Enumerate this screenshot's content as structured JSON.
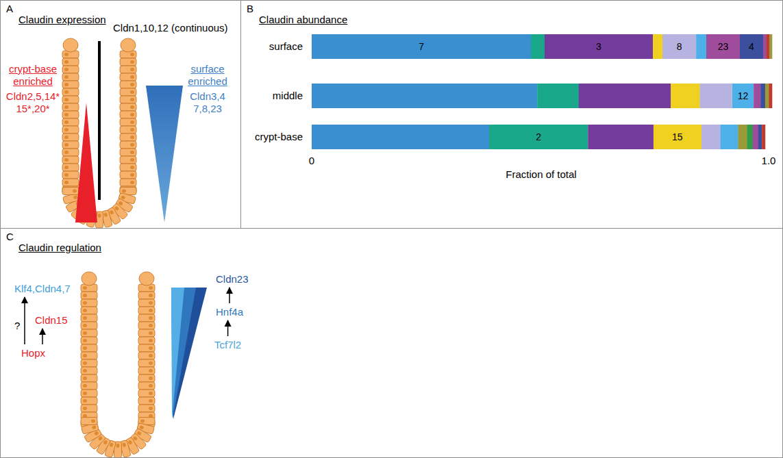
{
  "diagram": {
    "nodes": [
      {
        "text": [
          "A",
          "Claudin expression"
        ]
      },
      {
        "text": [
          "B",
          "Claudin abundance"
        ]
      },
      {
        "text": [
          "C",
          "Claudin regulation"
        ]
      },
      {
        "text": [
          "7"
        ],
        "in": 1
      },
      {
        "text": [
          "3"
        ],
        "in": 1
      },
      {
        "text": [
          "8"
        ],
        "in": 1
      },
      {
        "text": [
          "23"
        ],
        "in": 1
      },
      {
        "text": [
          "4"
        ],
        "in": 1
      },
      {
        "text": [
          "12"
        ],
        "in": 1
      },
      {
        "text": [
          "2"
        ],
        "in": 1
      },
      {
        "text": [
          "15"
        ],
        "in": 1
      },
      {
        "text": [
          "Klf4,Cldn4,7"
        ],
        "in": 2
      },
      {
        "text": [
          "Cldn23"
        ],
        "in": 2
      },
      {
        "text": [
          "Cldn15"
        ],
        "in": 2
      },
      {
        "text": [
          "Hnf4a"
        ],
        "in": 2
      },
      {
        "text": [
          "Tcf7l2"
        ],
        "in": 2
      },
      {
        "text": [
          "Hopx"
        ],
        "in": 2
      }
    ],
    "edges": [
      {
        "from": 16,
        "to": 11,
        "arrow": "to",
        "label": "?"
      },
      {
        "from": 16,
        "to": 13,
        "arrow": "to"
      },
      {
        "from": 15,
        "to": 14,
        "arrow": "to"
      },
      {
        "from": 14,
        "to": 12,
        "arrow": "to"
      }
    ],
    "labels": [
      "Cldn1,10,12 (continuous)",
      "crypt-base enriched",
      "Cldn2,5,14* 15*,20*",
      "surface enriched",
      "Cldn3,4 7,8,23",
      "surface",
      "middle",
      "crypt-base",
      "0",
      "1.0",
      "Fraction of total"
    ]
  }
}
